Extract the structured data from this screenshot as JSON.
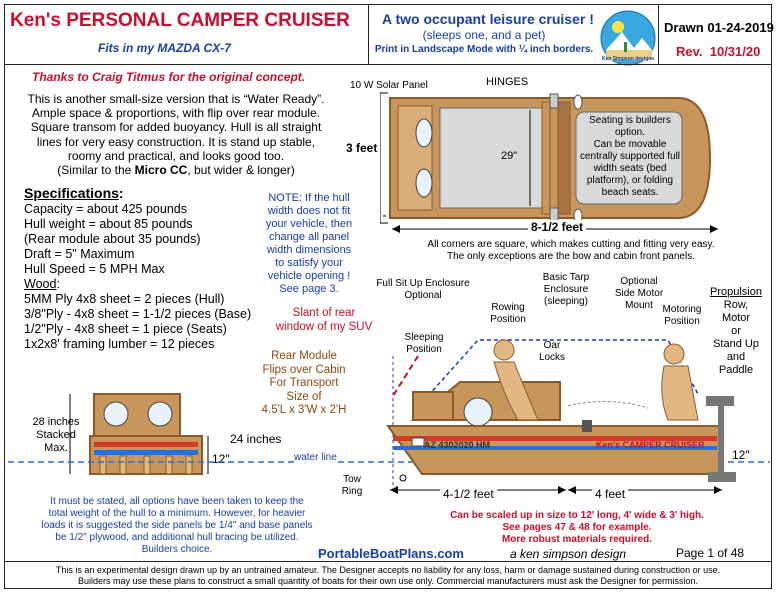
{
  "header": {
    "title": "Ken's PERSONAL CAMPER CRUISER",
    "fits": "Fits in my  MAZDA CX-7",
    "tagline": "A two occupant leisure cruiser !",
    "sleeps": "(sleeps one, and a pet)",
    "print_note": "Print in Landscape Mode with ¼ inch borders.",
    "drawn": "Drawn 01-24-2019",
    "rev_label": "Rev.",
    "rev_date": "10/31/20",
    "logo_text": "Ken Simpson designs"
  },
  "intro": {
    "thanks": "Thanks to Craig Titmus for the original concept.",
    "lines": [
      "This is another small-size version that is “Water Ready”.",
      "Ample space & proportions, with flip over rear module.",
      "Square transom for added buoyancy. Hull is all straight",
      "lines for very easy construction. It is stand up stable,",
      "roomy and practical, and looks good too."
    ],
    "similar_pre": "(Similar to the ",
    "similar_bold": "Micro CC",
    "similar_post": ", but wider & longer)"
  },
  "specs": {
    "heading": "Specifications",
    "colon": ":",
    "items": [
      "Capacity = about 425 pounds",
      "Hull weight = about 85 pounds",
      "(Rear module about 35 pounds)",
      "Draft = 5\" Maximum",
      "Hull Speed = 5 MPH Max"
    ],
    "wood_heading": "Wood",
    "wood_items": [
      "5MM Ply 4x8 sheet = 2 pieces (Hull)",
      "3/8\"Ply - 4x8 sheet = 1-1/2 pieces (Base)",
      "1/2\"Ply - 4x8 sheet = 1 piece (Seats)",
      "1x2x8'  framing lumber = 12 pieces"
    ]
  },
  "note": {
    "lines": [
      "NOTE: If the hull",
      "width does not fit",
      "your vehicle, then",
      "change all panel",
      "width dimensions",
      "to satisfy your",
      "vehicle opening !",
      "See page 3."
    ]
  },
  "top_view": {
    "solar": "10 W Solar Panel",
    "hinges": "HINGES",
    "three_feet": "3 feet",
    "seat_width": "29\"",
    "seating_lines": [
      "Seating is builders",
      "option.",
      "Can be movable",
      "centrally supported full",
      "width seats (bed",
      "platform), or folding",
      "beach seats."
    ],
    "length": "8-1/2 feet",
    "corners_1": "All corners are square, which makes cutting and fitting very easy.",
    "corners_2": "The only exceptions are the bow and cabin front panels."
  },
  "side_view": {
    "enclosure": [
      "Full Sit Up Enclosure",
      "Optional"
    ],
    "rowing": [
      "Rowing",
      "Position"
    ],
    "sleeping": [
      "Sleeping",
      "Position"
    ],
    "tarp": [
      "Basic Tarp",
      "Enclosure",
      "(sleeping)"
    ],
    "side_motor": [
      "Optional",
      "Side Motor",
      "Mount"
    ],
    "motoring": [
      "Motoring",
      "Position"
    ],
    "oarlocks": [
      "Oar",
      "Locks"
    ],
    "propulsion_head": "Propulsion",
    "propulsion": [
      "Row,",
      "Motor",
      "or",
      "Stand Up",
      "and",
      "Paddle"
    ],
    "slant": [
      "Slant of rear",
      "window of my SUV"
    ],
    "rear_module": [
      "Rear Module",
      "Flips over Cabin",
      "For Transport",
      "Size of",
      "4.5'L x 3'W x 2'H"
    ],
    "stacked": [
      "28 inches",
      "Stacked",
      "Max."
    ],
    "height24": "24 inches",
    "twelve": "12\"",
    "waterline": "water line",
    "reg": "AZ 4302020 HM",
    "hull_name": "Ken's CAMPER CRUISER",
    "tow": [
      "Tow",
      "Ring"
    ],
    "len1": "4-1/2 feet",
    "len2": "4 feet"
  },
  "bottom": {
    "disclaimer": [
      "It must be stated, all options have been taken to keep the",
      "total weight of the hull to a minimum.  However, for heavier",
      "loads it is suggested the side panels be 1/4\" and base panels",
      "be 1/2\" plywood, and additional hull bracing be utilized.",
      "Builders choice."
    ],
    "scale": [
      "Can be scaled up in size to 12' long, 4' wide & 3' high.",
      "See pages 47 & 48 for example.",
      "More robust materials required."
    ],
    "website": "PortableBoatPlans.com",
    "design": "a ken simpson design",
    "page": "Page 1 of  48",
    "footer": [
      "This is an experimental design drawn up by an untrained amateur. The Designer accepts no liability for any loss, harm or damage sustained during construction or use.",
      "Builders may use these plans to construct a small quantity of boats for their own use only.  Commercial manufacturers must ask the Designer for permission."
    ]
  },
  "colors": {
    "accent_red": "#c8102e",
    "accent_blue": "#1a3ea8",
    "wood": "#c8955a",
    "wood_dark": "#8a5a2b",
    "water": "#2a6fd6"
  }
}
